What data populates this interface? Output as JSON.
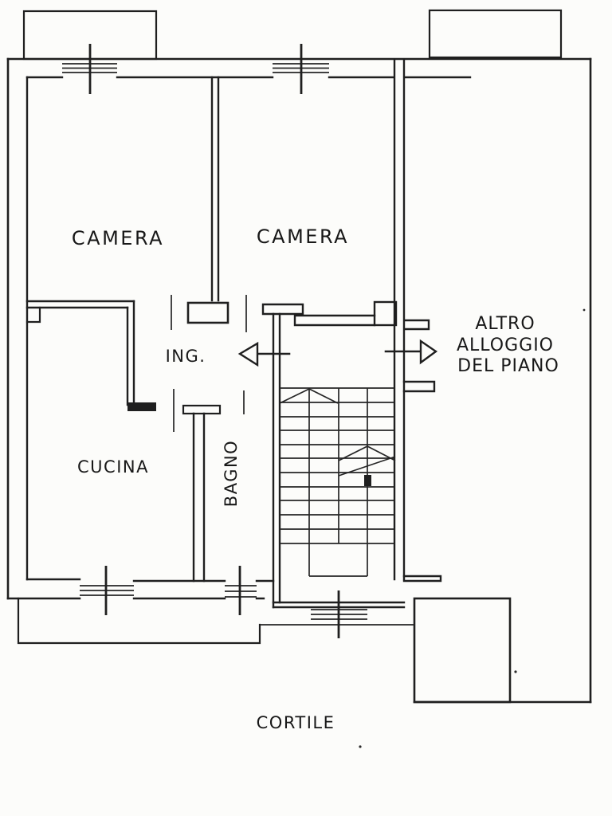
{
  "palette": {
    "ink": "#1f1f1f",
    "paper": "#fcfcfa"
  },
  "plan": {
    "rooms": [
      {
        "id": "camera-left",
        "label": "CAMERA"
      },
      {
        "id": "camera-right",
        "label": "CAMERA"
      },
      {
        "id": "ingresso",
        "label": "ING."
      },
      {
        "id": "cucina",
        "label": "CUCINA"
      },
      {
        "id": "bagno",
        "label": "BAGNO"
      }
    ],
    "other_unit_label": [
      "ALTRO",
      "ALLOGGIO",
      "DEL PIANO"
    ],
    "courtyard_label": "CORTILE"
  }
}
